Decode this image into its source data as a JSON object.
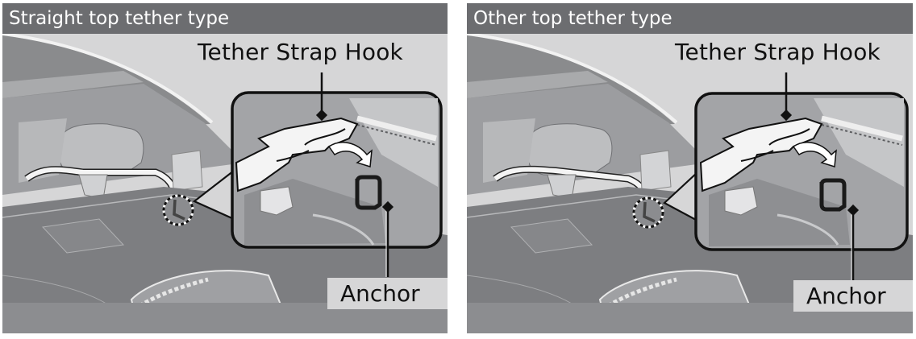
{
  "panels": [
    {
      "title": "Straight top tether type",
      "callouts": {
        "hook": "Tether Strap Hook",
        "anchor": "Anchor"
      }
    },
    {
      "title": "Other top tether type",
      "callouts": {
        "hook": "Tether Strap Hook",
        "anchor": "Anchor"
      }
    }
  ],
  "colors": {
    "header_bg": "#6c6d70",
    "header_text": "#ffffff",
    "panel_bg": "#d6d6d7",
    "label_text": "#111111"
  }
}
